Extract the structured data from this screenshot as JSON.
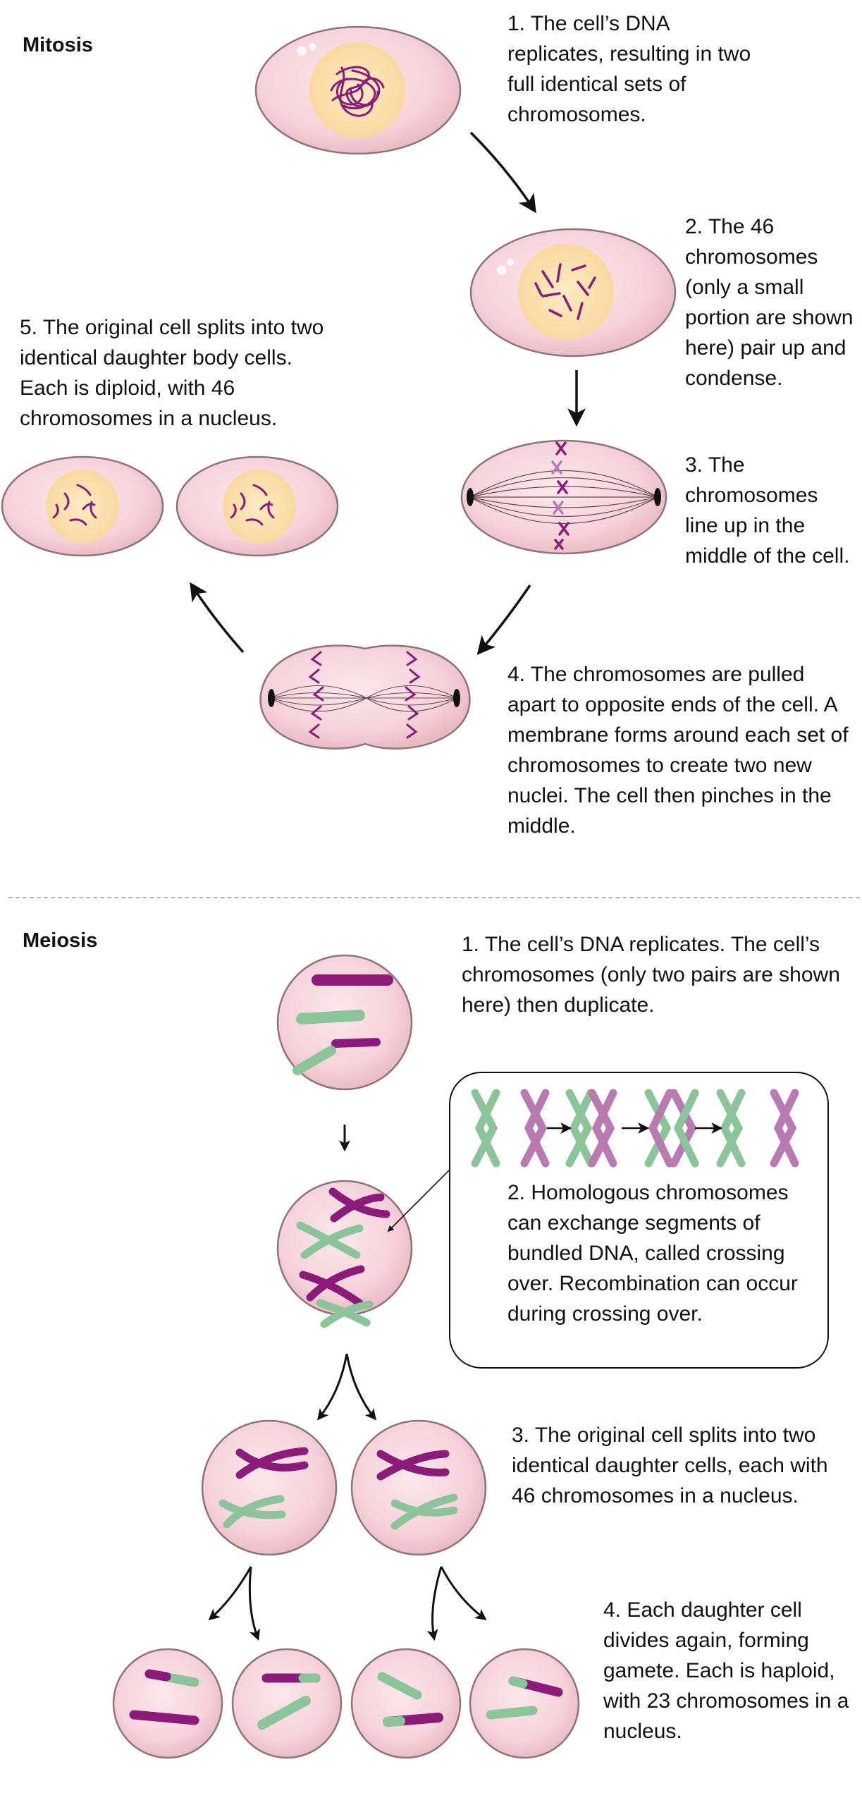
{
  "colors": {
    "cell_fill": "#f7d6dc",
    "cell_edge": "#8e7378",
    "nucleus_fill": "#fbe3b3",
    "chromosome_purple": "#8b1a79",
    "chromosome_green": "#8cc49a",
    "arrow": "#111111",
    "divider": "#b5b5b5"
  },
  "mitosis": {
    "heading": "Mitosis",
    "step1": "1. The cell’s DNA replicates, resulting in two full identical sets of chromosomes.",
    "step2": "2. The 46 chromosomes (only a small portion are shown here) pair up and condense.",
    "step3": "3. The chromosomes line up in the middle of the cell.",
    "step4": "4. The chromosomes are pulled apart to opposite ends of the cell. A membrane forms around each set of chromosomes to create two new nuclei. The cell then pinches in the middle.",
    "step5": "5. The original cell splits into two identical daughter body cells. Each is diploid, with 46 chromosomes in a nucleus."
  },
  "meiosis": {
    "heading": "Meiosis",
    "step1": "1. The cell’s DNA replicates. The cell’s chromosomes (only two pairs are shown here) then duplicate.",
    "step2": "2. Homologous chromosomes can exchange segments of bundled DNA, called crossing over. Recombination can occur during crossing over.",
    "step3": "3. The original cell splits into two identical daughter cells, each with 46 chromosomes in a nucleus.",
    "step4": "4. Each daughter cell divides again, forming gamete. Each is haploid, with 23 chromosomes in a nucleus."
  }
}
